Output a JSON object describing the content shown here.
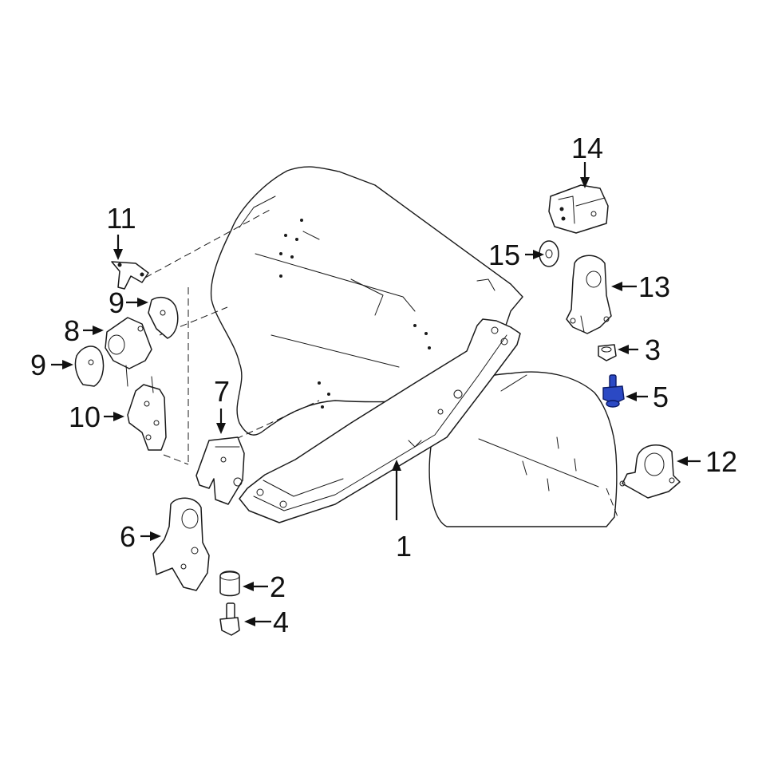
{
  "diagram": {
    "highlight_color": "#2b49c4",
    "callouts": [
      {
        "id": "c1",
        "label": "1"
      },
      {
        "id": "c2",
        "label": "2"
      },
      {
        "id": "c3",
        "label": "3"
      },
      {
        "id": "c4",
        "label": "4"
      },
      {
        "id": "c5",
        "label": "5"
      },
      {
        "id": "c6",
        "label": "6"
      },
      {
        "id": "c7",
        "label": "7"
      },
      {
        "id": "c8",
        "label": "8"
      },
      {
        "id": "c9a",
        "label": "9"
      },
      {
        "id": "c9b",
        "label": "9"
      },
      {
        "id": "c10",
        "label": "10"
      },
      {
        "id": "c11",
        "label": "11"
      },
      {
        "id": "c12",
        "label": "12"
      },
      {
        "id": "c13",
        "label": "13"
      },
      {
        "id": "c14",
        "label": "14"
      },
      {
        "id": "c15",
        "label": "15"
      }
    ]
  }
}
